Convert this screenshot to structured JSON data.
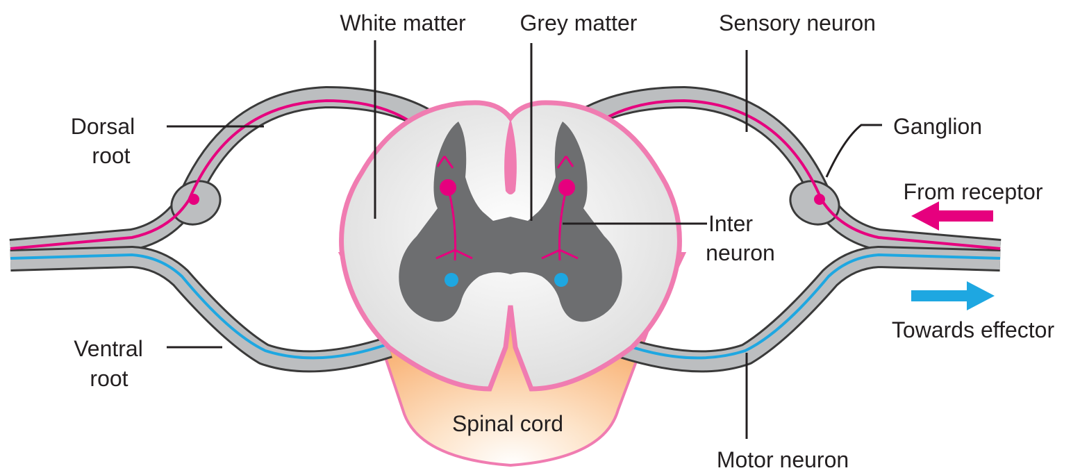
{
  "labels": {
    "white_matter": "White matter",
    "grey_matter": "Grey matter",
    "sensory_neuron": "Sensory neuron",
    "dorsal_root_line1": "Dorsal",
    "dorsal_root_line2": "root",
    "ganglion": "Ganglion",
    "from_receptor": "From receptor",
    "inter_neuron_line1": "Inter",
    "inter_neuron_line2": "neuron",
    "towards_effector": "Towards effector",
    "ventral_root_line1": "Ventral",
    "ventral_root_line2": "root",
    "spinal_cord": "Spinal cord",
    "motor_neuron": "Motor neuron"
  },
  "colors": {
    "sensory_pathway": "#e6007e",
    "motor_pathway": "#1ea7e1",
    "grey_matter": "#6d6e70",
    "white_matter": "#e6e6e6",
    "nerve_sheath": "#bcbec0",
    "outline": "#3a3a3a",
    "cord_outline": "#f07cb1",
    "cord_fill": "#f7a35c"
  },
  "icons": {
    "from_receptor_arrow": "arrow-left-icon",
    "towards_effector_arrow": "arrow-right-icon"
  }
}
